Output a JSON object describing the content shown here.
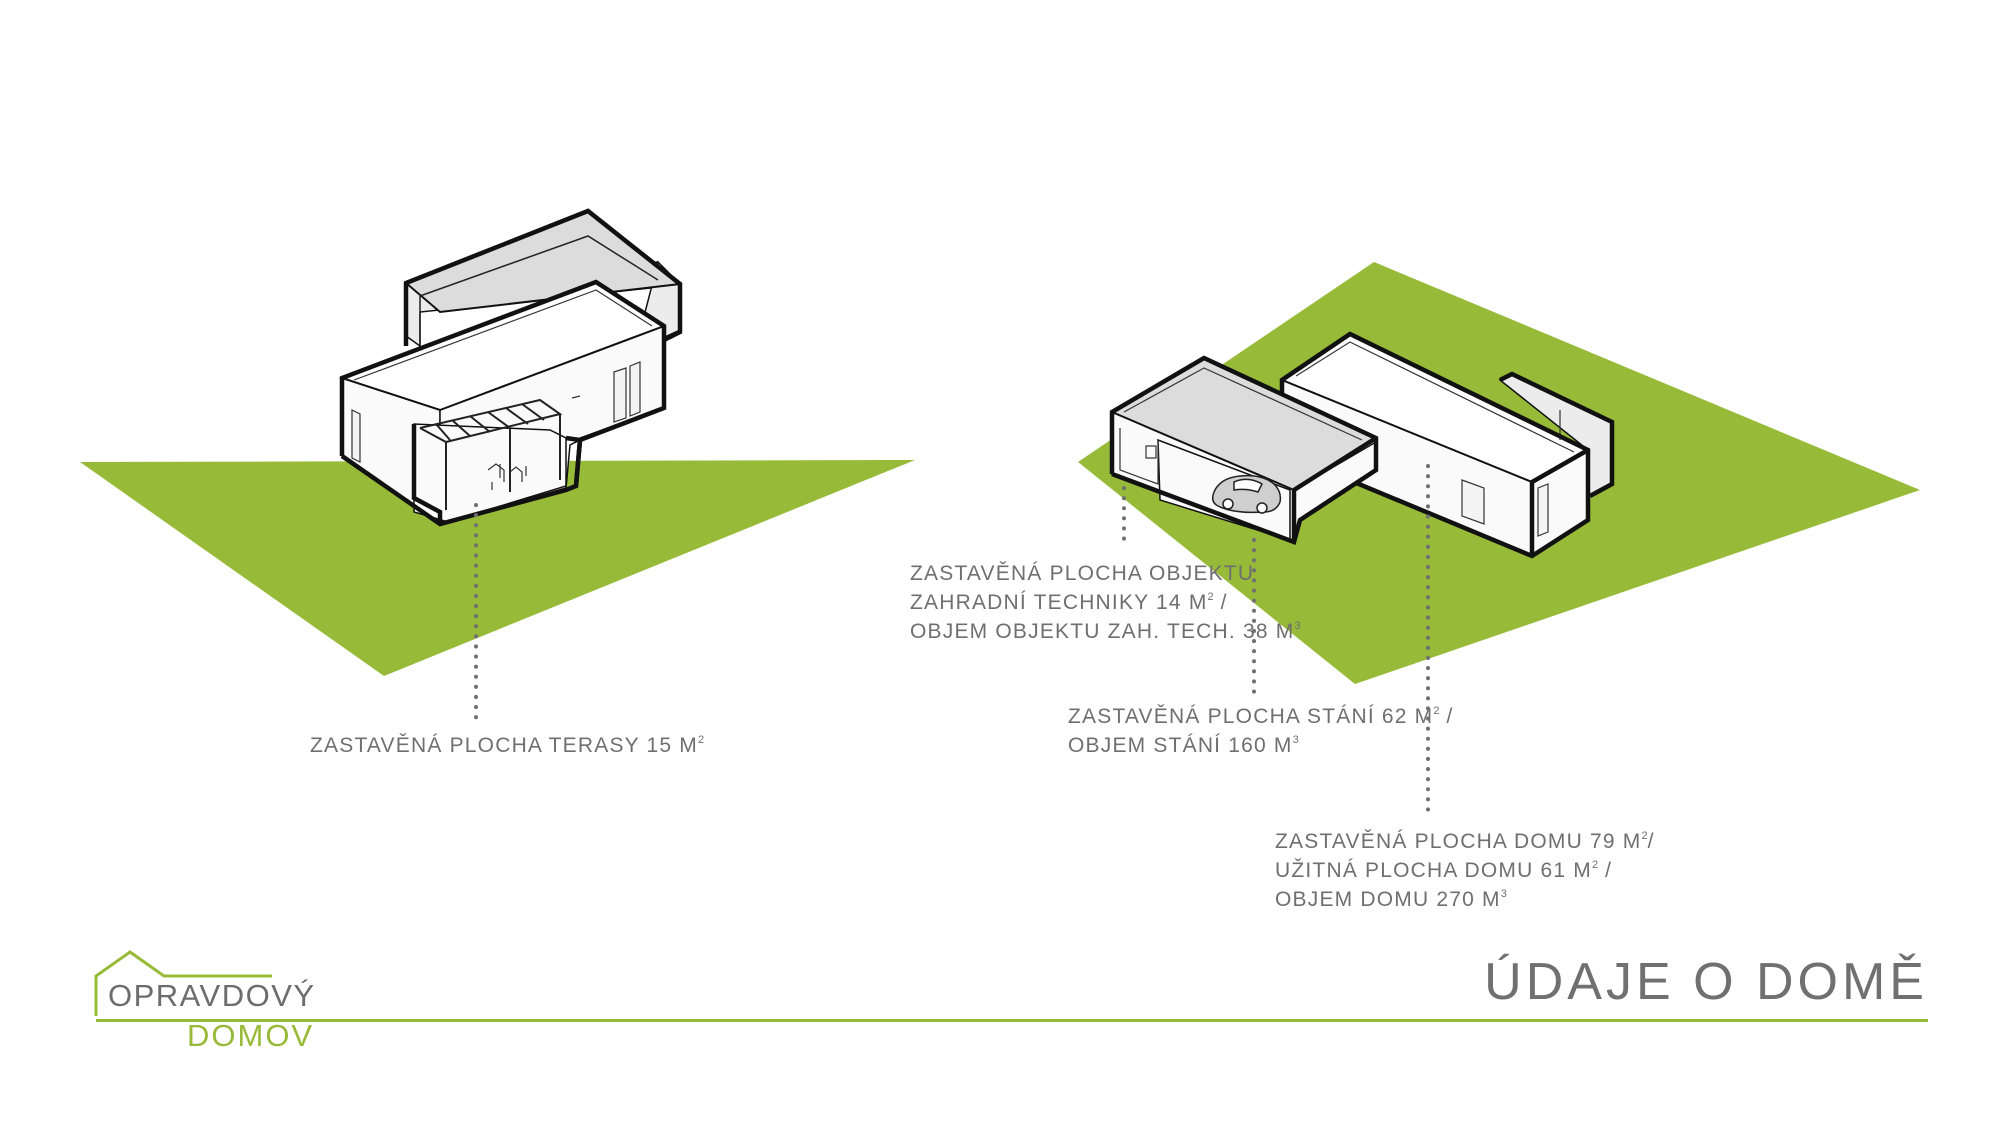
{
  "brand": {
    "logo_line1": "OPRAVDOVÝ",
    "logo_line2": "DOMOV",
    "logo_icon": "house-outline-icon",
    "accent_color": "#97ba38"
  },
  "page": {
    "title": "ÚDAJE O DOMĚ"
  },
  "annotations": {
    "terrace": {
      "line1_text": "ZASTAVĚNÁ PLOCHA TERASY 15 M",
      "line1_sup": "2"
    },
    "garden_tech": {
      "line1_text": "ZASTAVĚNÁ PLOCHA OBJEKTU",
      "line2_text": "ZAHRADNÍ TECHNIKY 14 M",
      "line2_sup": "2",
      "line2_tail": " /",
      "line3_text": "OBJEM OBJEKTU ZAH. TECH. 38 M",
      "line3_sup": "3"
    },
    "carport": {
      "line1_text": "ZASTAVĚNÁ PLOCHA STÁNÍ 62 M",
      "line1_sup": "2",
      "line1_tail": " /",
      "line2_text": "OBJEM STÁNÍ 160 M",
      "line2_sup": "3"
    },
    "house": {
      "line1_text": "ZASTAVĚNÁ PLOCHA DOMU 79 M",
      "line1_sup": "2",
      "line1_tail": "/",
      "line2_text": "UŽITNÁ PLOCHA DOMU 61 M",
      "line2_sup": "2",
      "line2_tail": " /",
      "line3_text": "OBJEM DOMU 270 M",
      "line3_sup": "3"
    }
  },
  "colors": {
    "lawn": "#97ba38",
    "roof_grey": "#dcdcdc",
    "wall_white": "#fafafa",
    "outline": "#111111",
    "text_grey": "#6f6f6f",
    "leader_dots": "#707070"
  }
}
